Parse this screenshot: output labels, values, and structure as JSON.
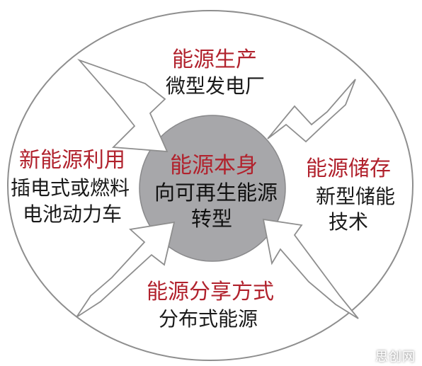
{
  "center": {
    "title": "能源本身",
    "line1": "向可再生能源",
    "line2": "转型"
  },
  "top": {
    "title": "能源生产",
    "subtitle": "微型发电厂"
  },
  "right": {
    "title": "能源储存",
    "line1": "新型储能",
    "line2": "技术"
  },
  "bottom": {
    "title": "能源分享方式",
    "subtitle": "分布式能源"
  },
  "left": {
    "title": "新能源利用",
    "line1": "插电式或燃料",
    "line2": "电池动力车"
  },
  "watermark": "思创网",
  "colors": {
    "accent_red": "#b1222d",
    "center_fill": "#a7a7aa",
    "ring_stroke": "#8e8e8e",
    "text_dark": "#1a1a1a"
  }
}
